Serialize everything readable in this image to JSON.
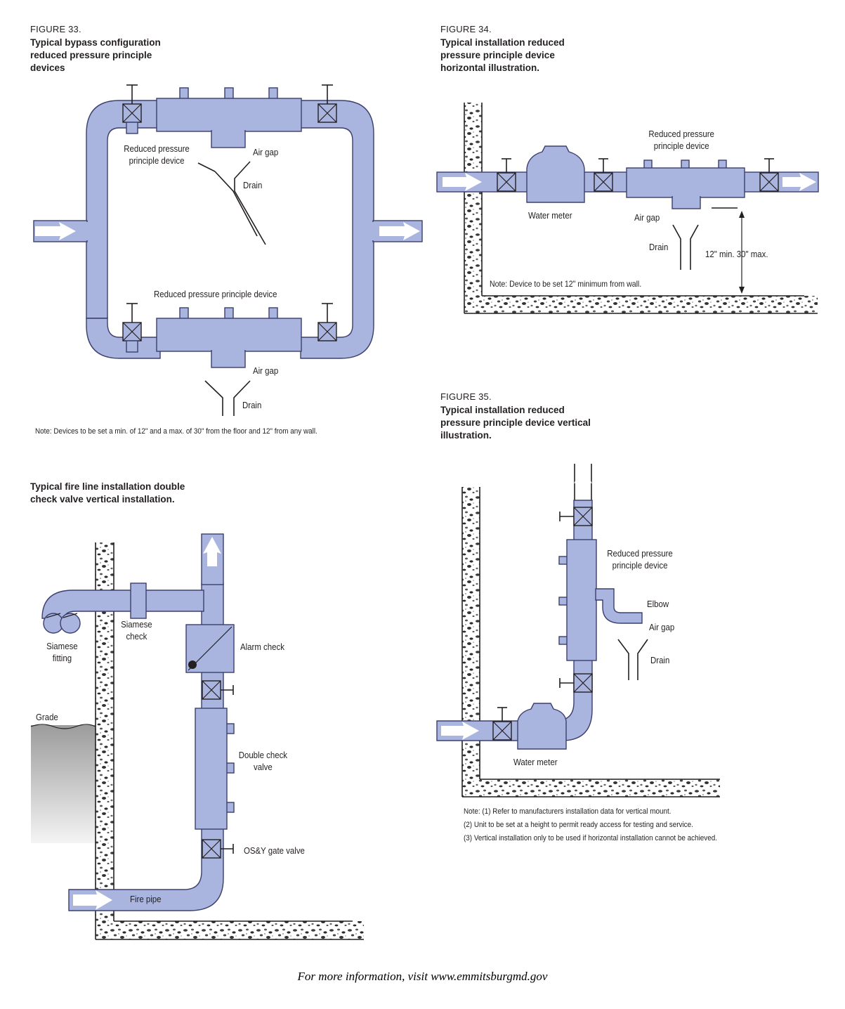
{
  "fig33": {
    "number": "FIGURE 33.",
    "title": "Typical bypass configuration\nreduced pressure principle\ndevices",
    "label_rp_device_top": "Reduced pressure\nprinciple device",
    "label_air_gap_top": "Air gap",
    "label_drain_top": "Drain",
    "label_rp_device_bottom": "Reduced pressure principle device",
    "label_air_gap_bottom": "Air gap",
    "label_drain_bottom": "Drain",
    "note": "Note: Devices to be set a min. of 12\" and a max. of 30\" from the floor and 12\" from any wall."
  },
  "fig34": {
    "number": "FIGURE 34.",
    "title": "Typical installation reduced\npressure principle device\nhorizontal illustration.",
    "label_rp_device": "Reduced pressure\nprinciple device",
    "label_water_meter": "Water meter",
    "label_air_gap": "Air gap",
    "label_drain": "Drain",
    "label_height": "12\" min. 30\" max.",
    "note": "Note: Device to be set 12\" minimum from wall."
  },
  "fire": {
    "title": "Typical fire line installation double\ncheck valve vertical installation.",
    "label_siamese_check": "Siamese\ncheck",
    "label_siamese_fitting": "Siamese\nfitting",
    "label_alarm_check": "Alarm check",
    "label_grade": "Grade",
    "label_double_check": "Double check\nvalve",
    "label_gate_valve": "OS&Y gate valve",
    "label_fire_pipe": "Fire pipe"
  },
  "fig35": {
    "number": "FIGURE 35.",
    "title": "Typical installation reduced\npressure principle device vertical\nillustration.",
    "label_rp_device": "Reduced pressure\nprinciple device",
    "label_elbow": "Elbow",
    "label_air_gap": "Air gap",
    "label_drain": "Drain",
    "label_water_meter": "Water meter",
    "note": "Note: (1) Refer to manufacturers installation data for vertical mount.\n(2) Unit to be set at a height to permit ready access for testing and service.\n(3) Vertical installation only to be used if horizontal installation cannot be achieved."
  },
  "footer": "For more information, visit www.emmitsburgmd.gov",
  "colors": {
    "pipe": "#a9b5df",
    "outline": "#3c3f6e",
    "text": "#231f20"
  }
}
